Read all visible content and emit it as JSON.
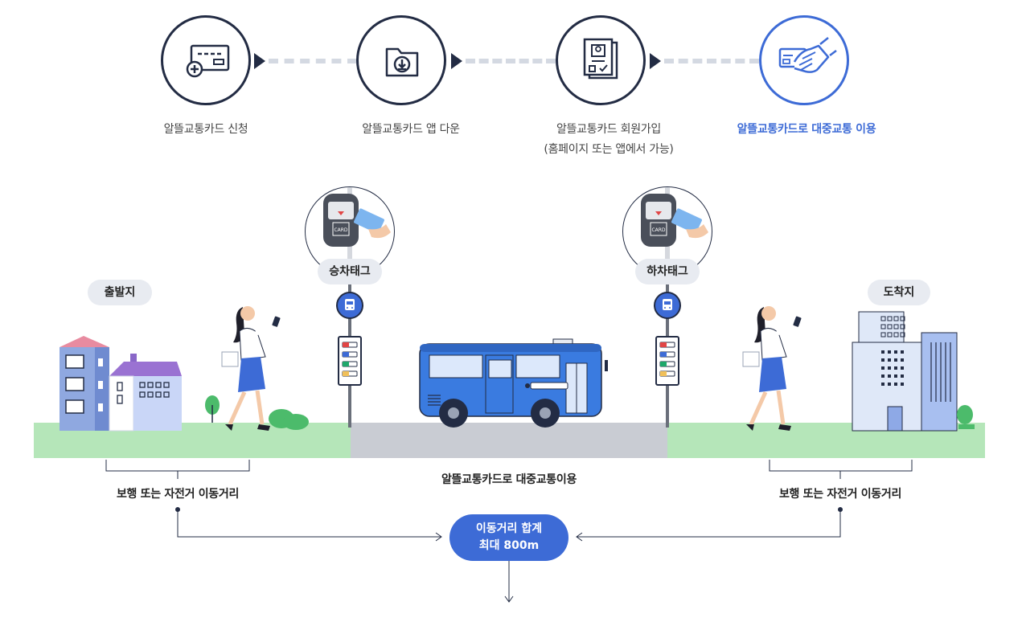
{
  "steps": [
    {
      "label": "알뜰교통카드 신청",
      "icon": "card-apply-icon"
    },
    {
      "label": "알뜰교통카드 앱 다운",
      "icon": "app-download-icon"
    },
    {
      "label": "알뜰교통카드 회원가입",
      "sublabel": "(홈페이지 또는 앱에서 가능)",
      "icon": "member-register-icon"
    },
    {
      "label": "알뜰교통카드로 대중교통 이용",
      "icon": "card-handover-icon"
    }
  ],
  "illustration": {
    "origin_label": "출발지",
    "destination_label": "도착지",
    "board_tag": "승차태그",
    "alight_tag": "하차태그",
    "transit_caption": "알뜰교통카드로 대중교통이용",
    "walk_left_caption": "보행 또는 자전거 이동거리",
    "walk_right_caption": "보행 또는 자전거 이동거리",
    "total_line1": "이동거리 합계",
    "total_line2": "최대 800m",
    "card_text": "CARD"
  },
  "colors": {
    "accent": "#3d6bd6",
    "navy": "#232c44",
    "ground_green": "#b5e6b9",
    "road_gray": "#c9ccd3",
    "bus_blue": "#3a7be0"
  }
}
